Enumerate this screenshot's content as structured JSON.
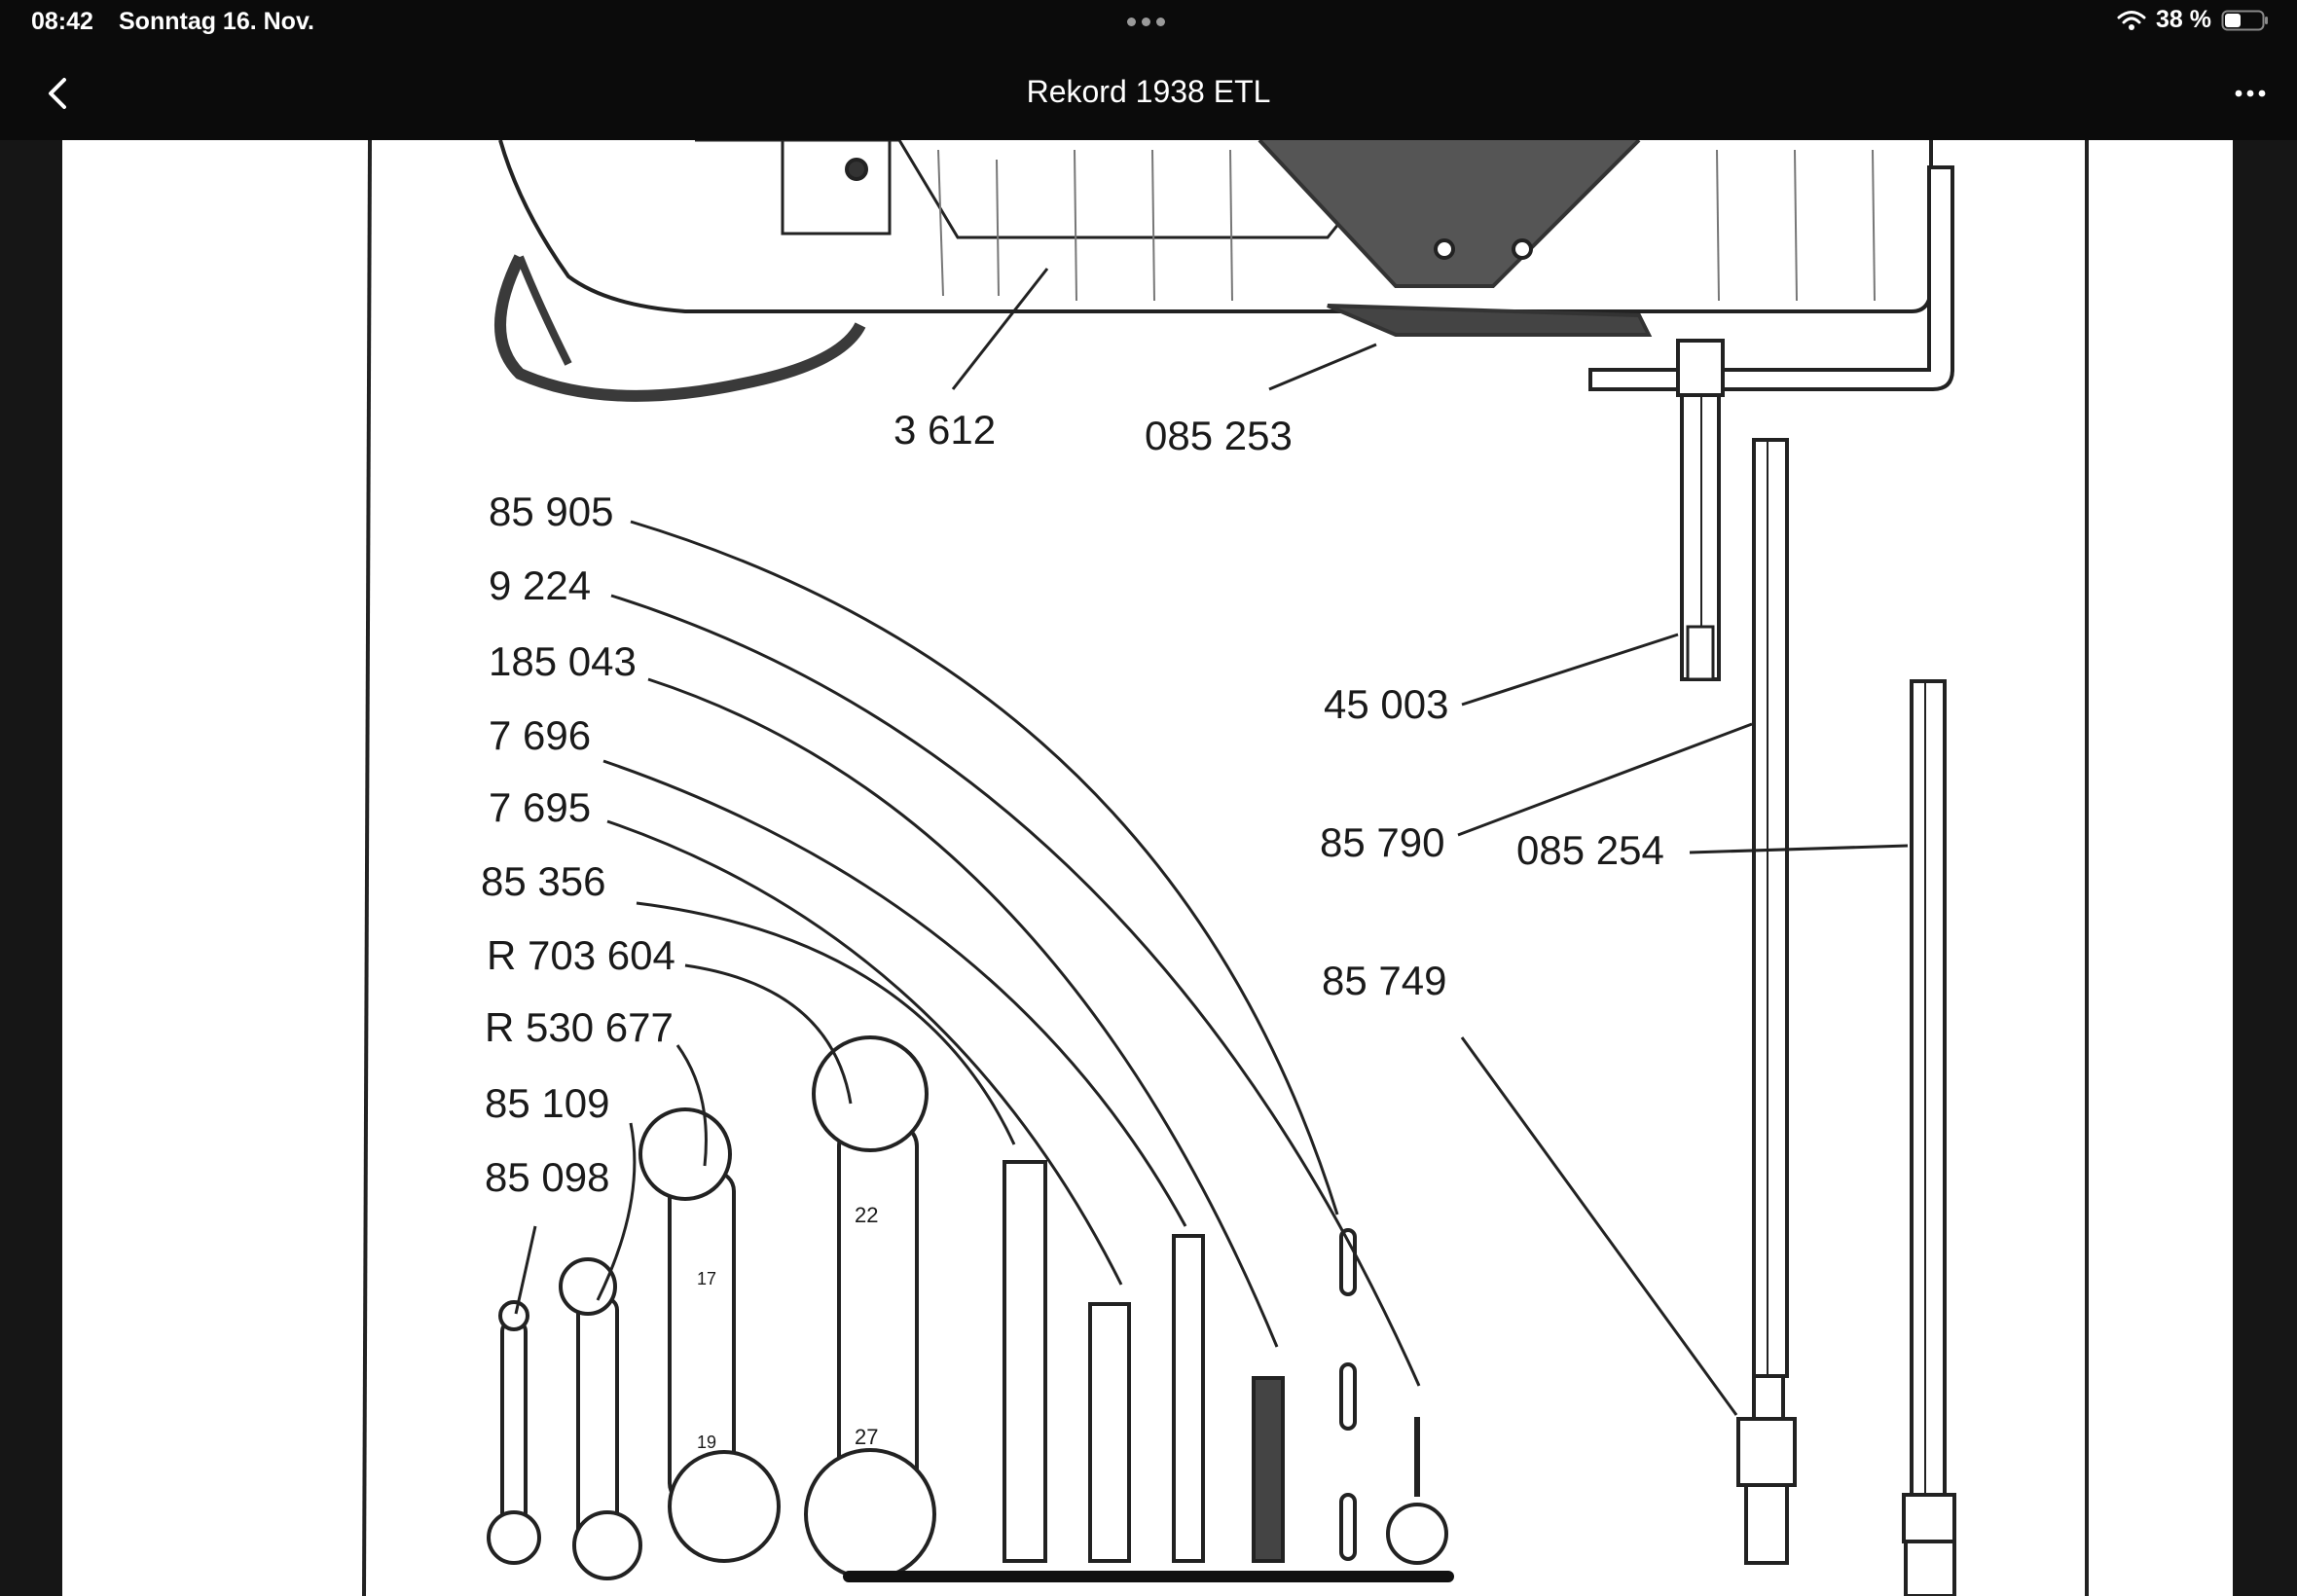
{
  "status_bar": {
    "time": "08:42",
    "date": "Sonntag 16. Nov.",
    "battery": "38 %",
    "icons": [
      "multitasking-dots-icon",
      "wifi-icon",
      "battery-icon"
    ]
  },
  "nav": {
    "title": "Rekord 1938 ETL",
    "back_icon": "chevron-left-icon",
    "more_icon": "ellipsis-icon"
  },
  "document": {
    "kind": "scanned parts diagram",
    "part_numbers_top": [
      "3 612",
      "085 253"
    ],
    "part_numbers_left": [
      "85 905",
      "9 224",
      "185 043",
      "7 696",
      "7 695",
      "85 356",
      "R 703 604",
      "R 530 677",
      "85 109",
      "85 098"
    ],
    "part_numbers_right": [
      "45 003",
      "85 790",
      "085 254",
      "85 749"
    ],
    "wrench_markings": [
      "22",
      "27",
      "17",
      "19"
    ]
  }
}
